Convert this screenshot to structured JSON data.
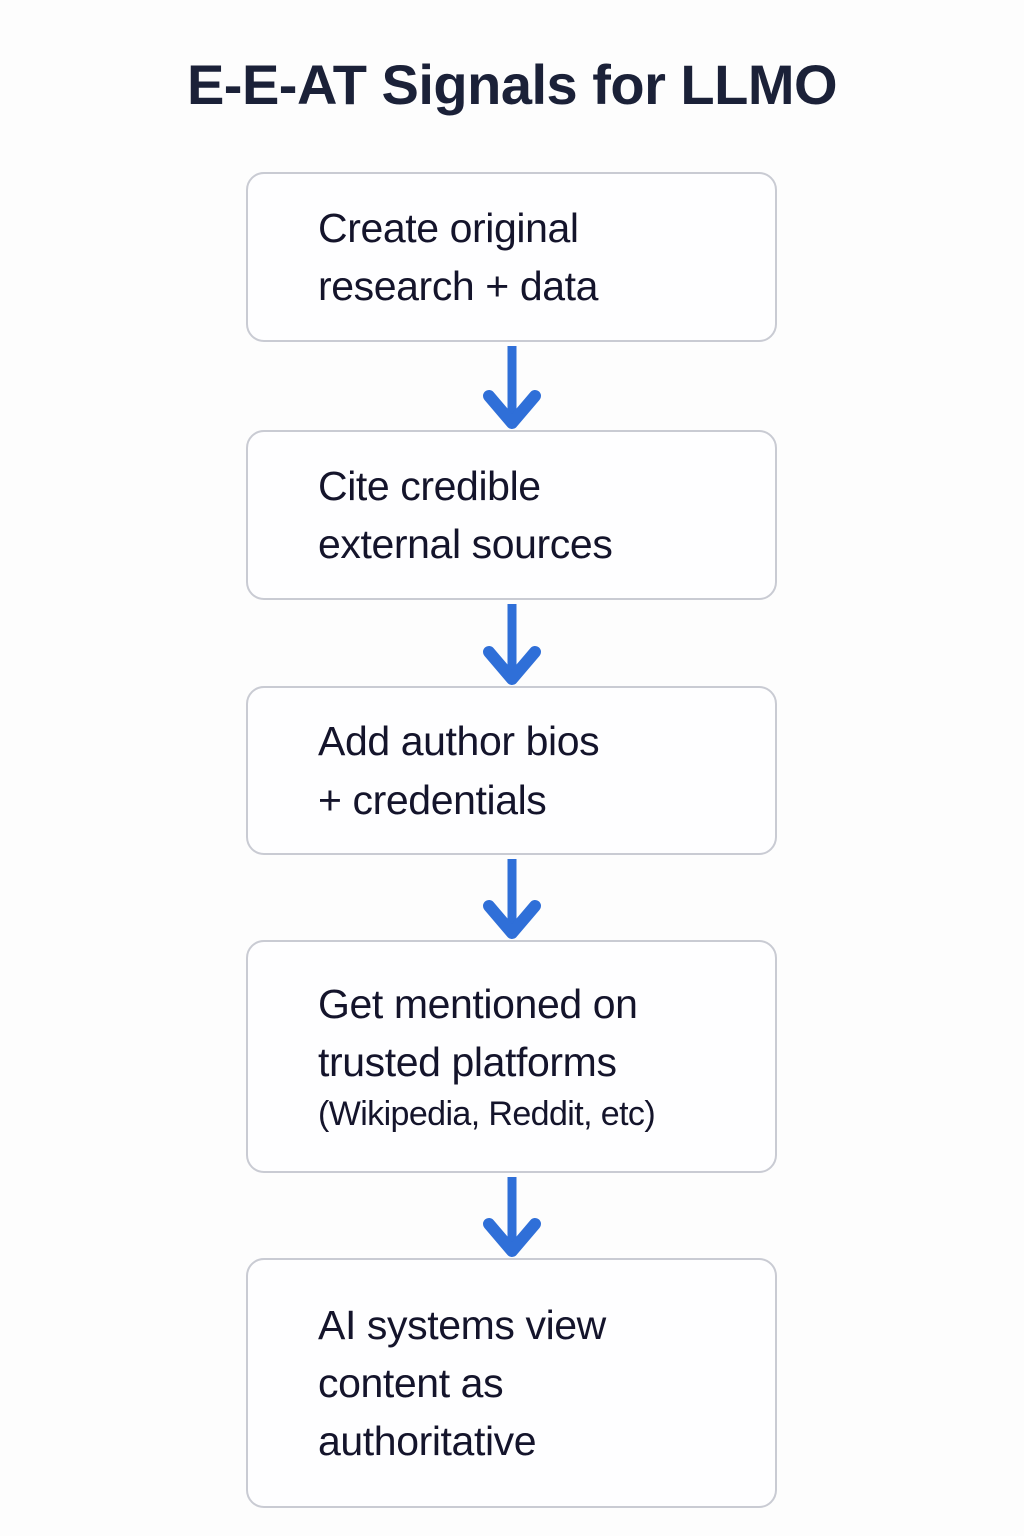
{
  "title": "E-E-AT Signals for LLMO",
  "theme": {
    "background": "#fdfdfd",
    "title_color": "#1b2138",
    "node_fill": "#fefeff",
    "node_border": "#c9cbd3",
    "node_text": "#14142b",
    "arrow_color": "#2f6fd8"
  },
  "chart_data": {
    "type": "diagram",
    "diagram_type": "vertical-flowchart",
    "title": "E-E-AT Signals for LLMO",
    "orientation": "top-to-bottom",
    "connector": "down-arrow",
    "node_count": 5,
    "nodes": [
      {
        "id": 1,
        "lines": [
          "Create original",
          "research + data"
        ]
      },
      {
        "id": 2,
        "lines": [
          "Cite credible",
          "external sources"
        ]
      },
      {
        "id": 3,
        "lines": [
          "Add author bios",
          "+ credentials"
        ]
      },
      {
        "id": 4,
        "lines": [
          "Get mentioned on",
          "trusted platforms"
        ],
        "sublines": [
          "(Wikipedia, Reddit, etc)"
        ]
      },
      {
        "id": 5,
        "lines": [
          "AI systems view",
          "content as",
          "authoritative"
        ]
      }
    ],
    "edges": [
      {
        "from": 1,
        "to": 2
      },
      {
        "from": 2,
        "to": 3
      },
      {
        "from": 3,
        "to": 4
      },
      {
        "from": 4,
        "to": 5
      }
    ]
  },
  "nodes": [
    {
      "line1": "Create original",
      "line2": "research + data"
    },
    {
      "line1": "Cite credible",
      "line2": "external sources"
    },
    {
      "line1": "Add author bios",
      "line2": "+ credentials"
    },
    {
      "line1": "Get mentioned on",
      "line2": "trusted platforms",
      "line3": "(Wikipedia, Reddit, etc)"
    },
    {
      "line1": "AI systems view",
      "line2": "content as",
      "line3": "authoritative"
    }
  ]
}
